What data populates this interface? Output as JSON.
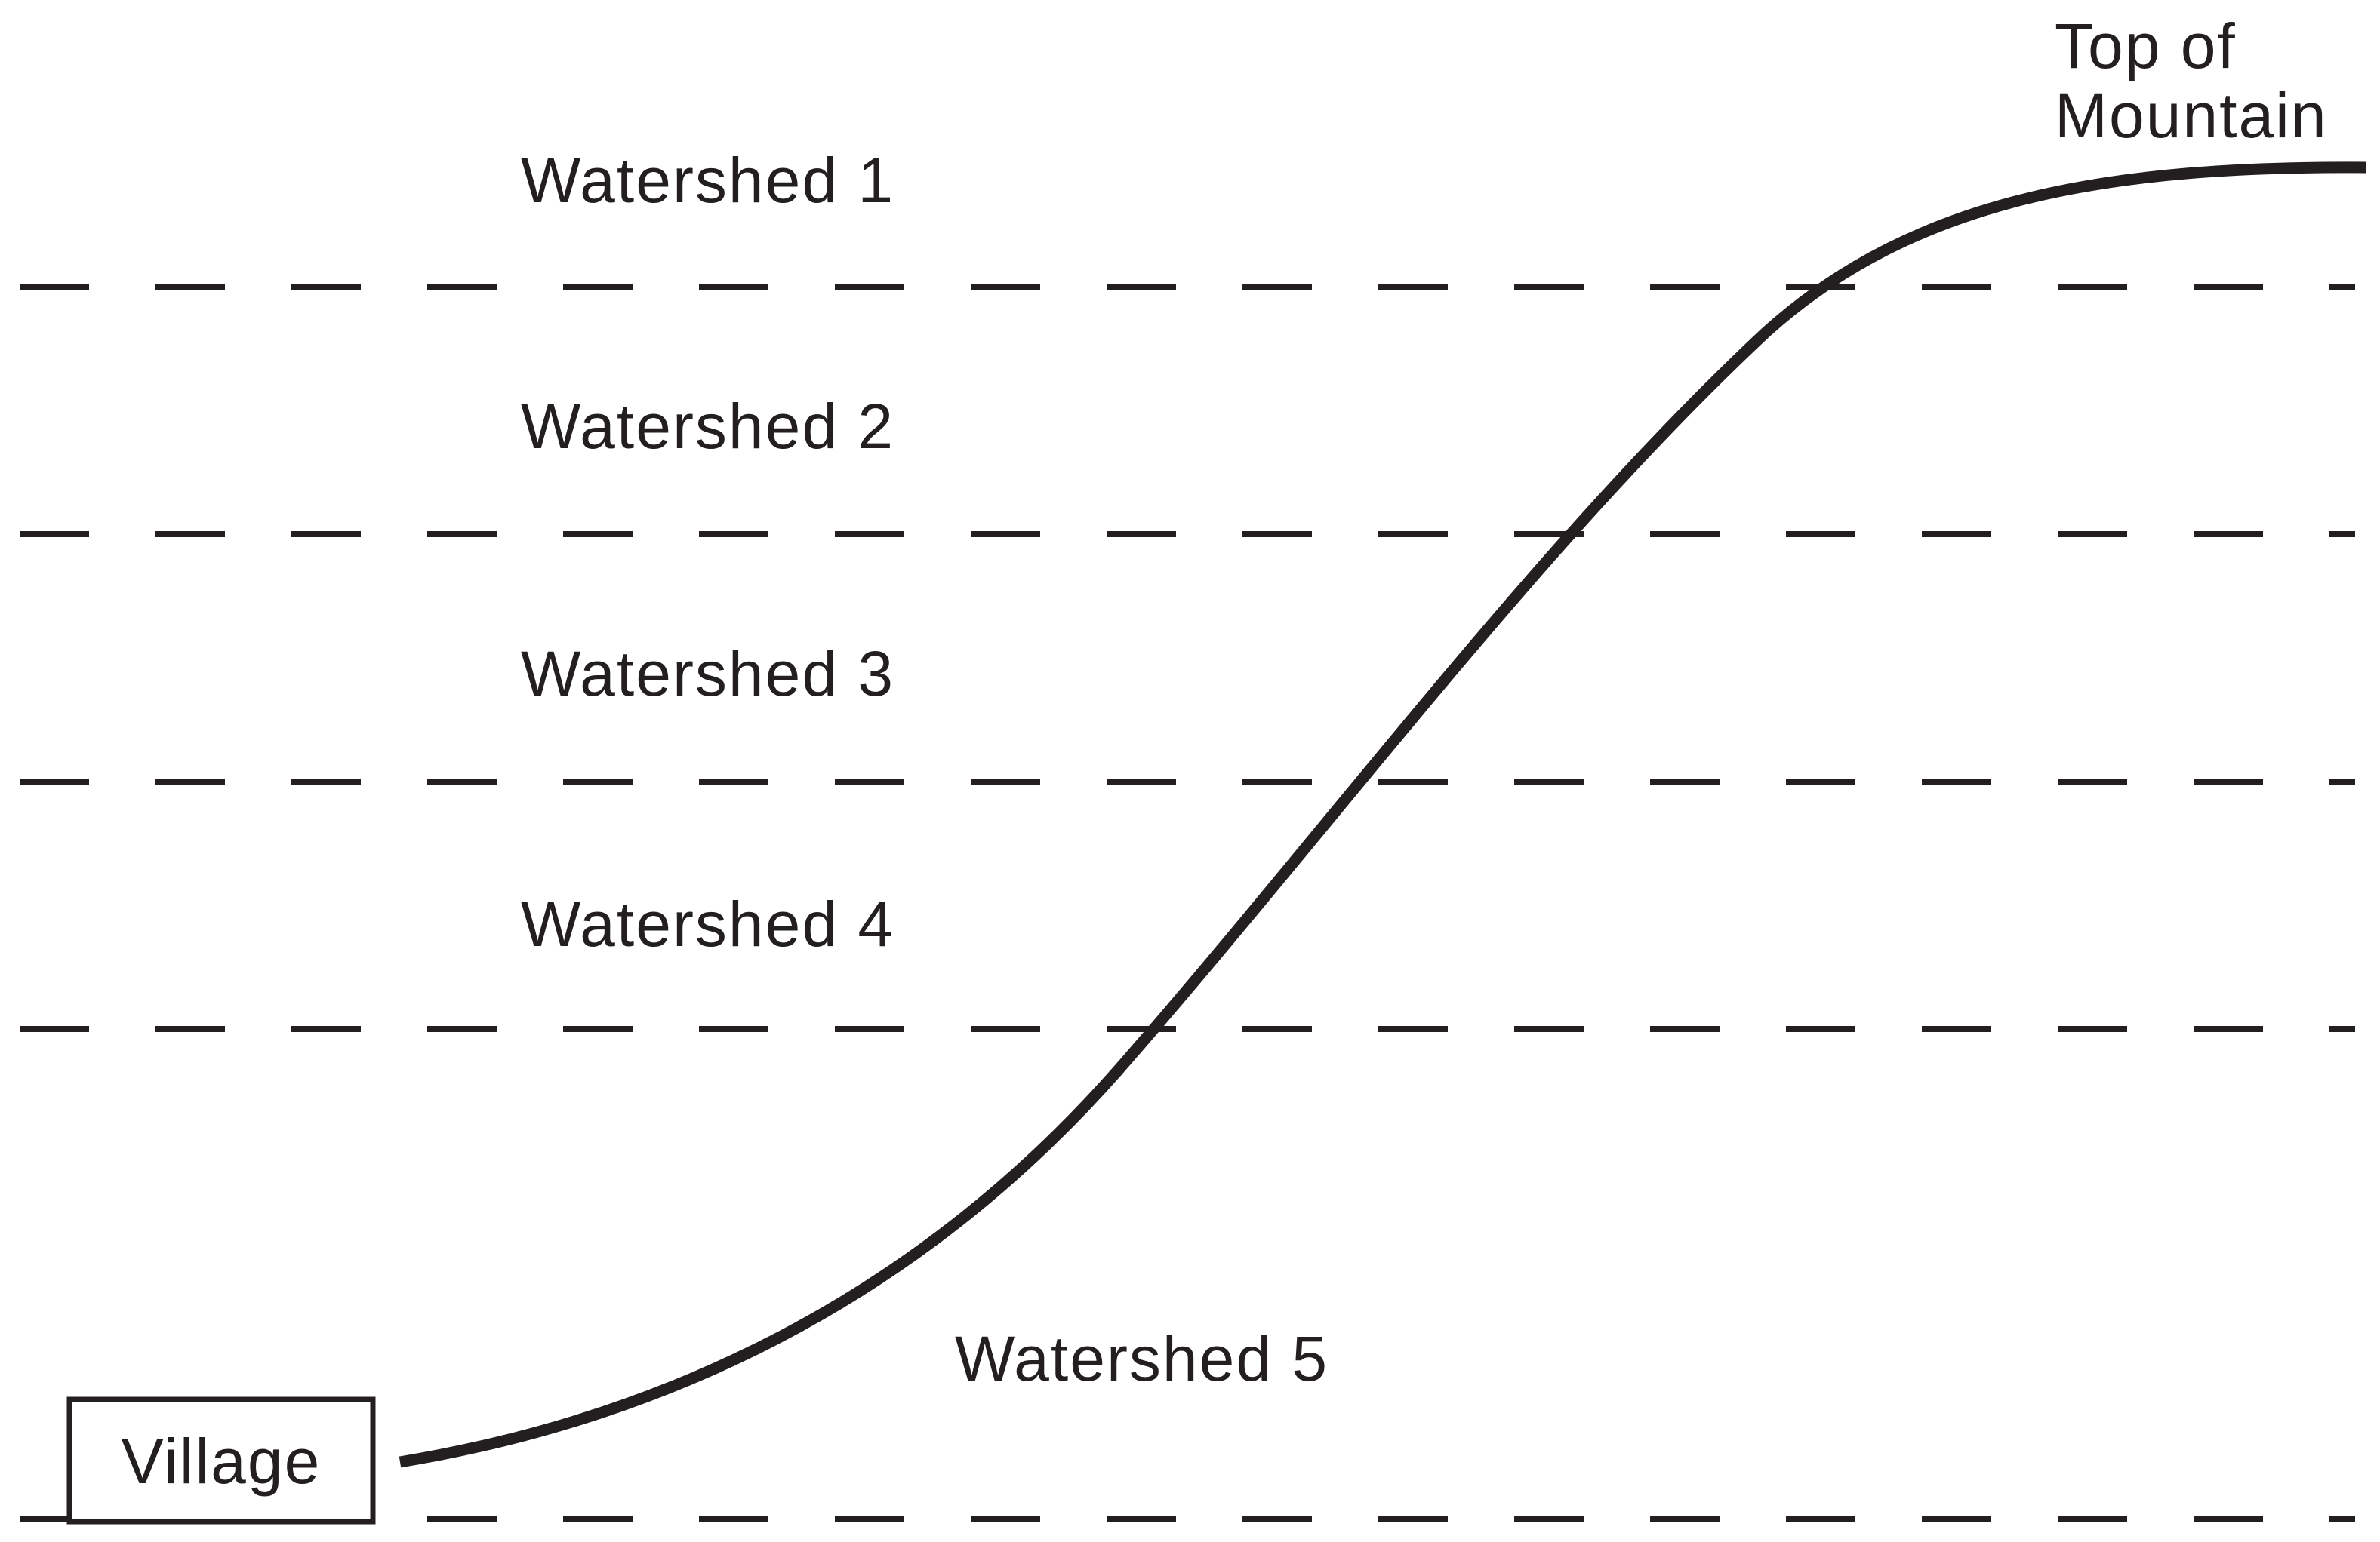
{
  "diagram": {
    "watersheds": [
      {
        "label": "Watershed 1"
      },
      {
        "label": "Watershed 2"
      },
      {
        "label": "Watershed 3"
      },
      {
        "label": "Watershed 4"
      },
      {
        "label": "Watershed 5"
      }
    ],
    "top_label_line1": "Top of",
    "top_label_line2": "Mountain",
    "village_label": "Village",
    "line_color": "#231f20"
  }
}
